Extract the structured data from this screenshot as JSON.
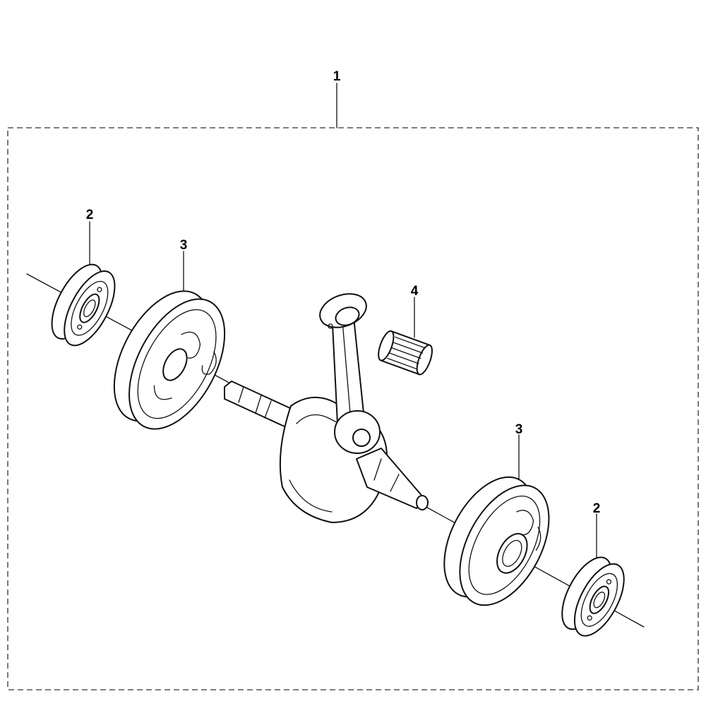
{
  "callouts": {
    "assembly": "1",
    "bearing_left": "2",
    "crankcase_half_left": "3",
    "needle_bearing": "4",
    "crankcase_half_right": "3",
    "bearing_right": "2"
  }
}
